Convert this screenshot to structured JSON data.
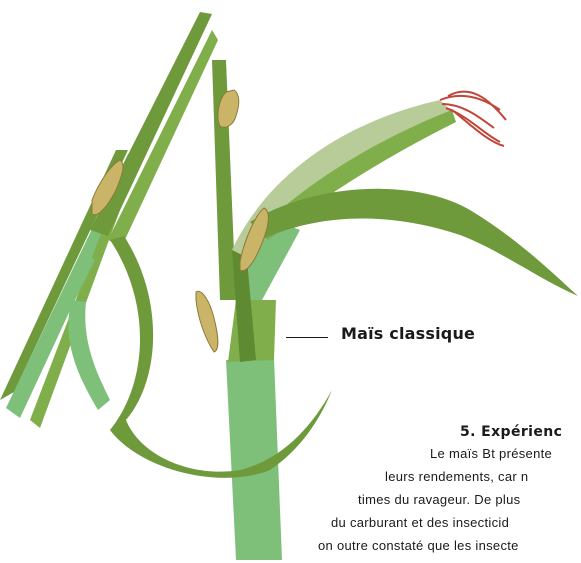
{
  "diagram": {
    "label": "Maïs classique",
    "icons": [
      "corn-plant-icon",
      "larva-icon",
      "corn-silk-icon"
    ],
    "colors": {
      "leaf_dark": "#6f9a3c",
      "leaf_mid": "#7fae4a",
      "stalk_light": "#7ec07a",
      "husk_pale": "#b7cc99",
      "larva": "#c9b468",
      "silk": "#c0463a"
    }
  },
  "section": {
    "heading": "5. Expérienc",
    "lines": [
      "Le maïs Bt présente",
      "leurs rendements, car n",
      "times du ravageur. De plus",
      "du carburant et des insecticid",
      "on outre constaté que les insecte"
    ]
  }
}
